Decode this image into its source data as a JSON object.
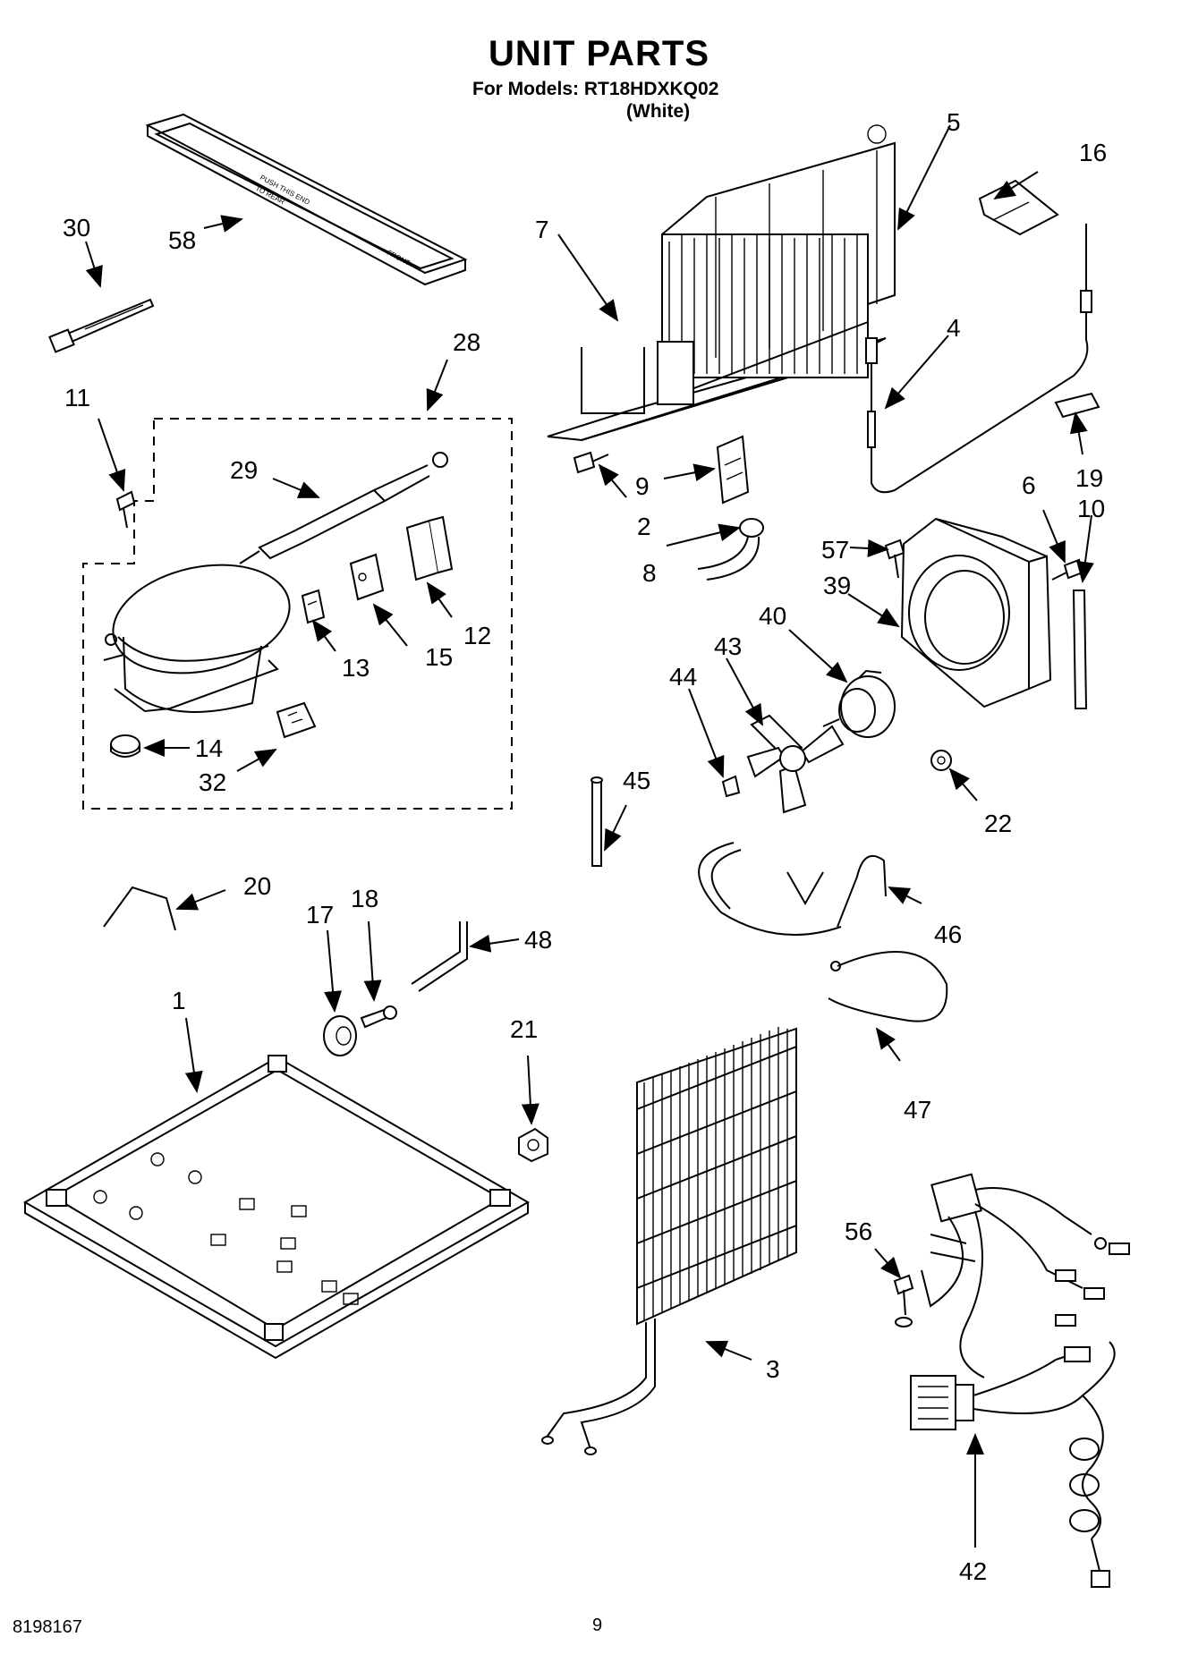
{
  "header": {
    "title": "UNIT PARTS",
    "models_line": "For Models: RT18HDXKQ02",
    "color_line": "(White)"
  },
  "footer": {
    "doc_number": "8198167",
    "page_number": "9"
  },
  "callouts": {
    "c1": "1",
    "c2": "2",
    "c3": "3",
    "c4": "4",
    "c5": "5",
    "c6": "6",
    "c7": "7",
    "c8": "8",
    "c9": "9",
    "c10": "10",
    "c11": "11",
    "c12": "12",
    "c13": "13",
    "c14": "14",
    "c15": "15",
    "c16": "16",
    "c17": "17",
    "c18": "18",
    "c19": "19",
    "c20": "20",
    "c21": "21",
    "c22": "22",
    "c28": "28",
    "c29": "29",
    "c30": "30",
    "c32": "32",
    "c39": "39",
    "c40": "40",
    "c42": "42",
    "c43": "43",
    "c44": "44",
    "c45": "45",
    "c46": "46",
    "c47": "47",
    "c48": "48",
    "c56": "56",
    "c57": "57",
    "c58": "58"
  },
  "drain_pan_text": {
    "line1": "PUSH THIS END",
    "line2": "TO REAR",
    "front": "FRONT"
  }
}
